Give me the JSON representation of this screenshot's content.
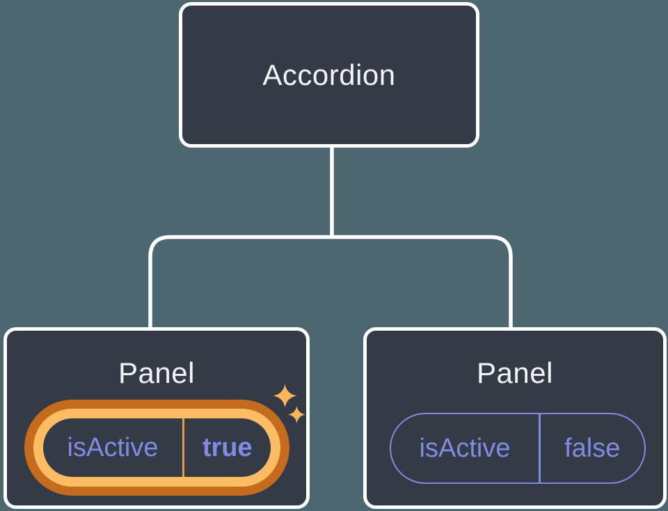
{
  "colors": {
    "bg": "#4D6771",
    "node-fill": "#343B47",
    "node-border": "#FFFFFF",
    "title-text": "#F2F3F5",
    "purple": "#828BE4",
    "orange-outer": "#C56B1D",
    "orange-inner": "#FBBC64",
    "orange-divider": "#E09C4B",
    "sparkle": "#FBB65C",
    "connector": "#FFFFFF"
  },
  "diagram": {
    "root": {
      "label": "Accordion"
    },
    "children": [
      {
        "label": "Panel",
        "state": {
          "key": "isActive",
          "value": "true"
        },
        "highlighted": true,
        "icon": "sparkle-icon"
      },
      {
        "label": "Panel",
        "state": {
          "key": "isActive",
          "value": "false"
        },
        "highlighted": false
      }
    ]
  }
}
